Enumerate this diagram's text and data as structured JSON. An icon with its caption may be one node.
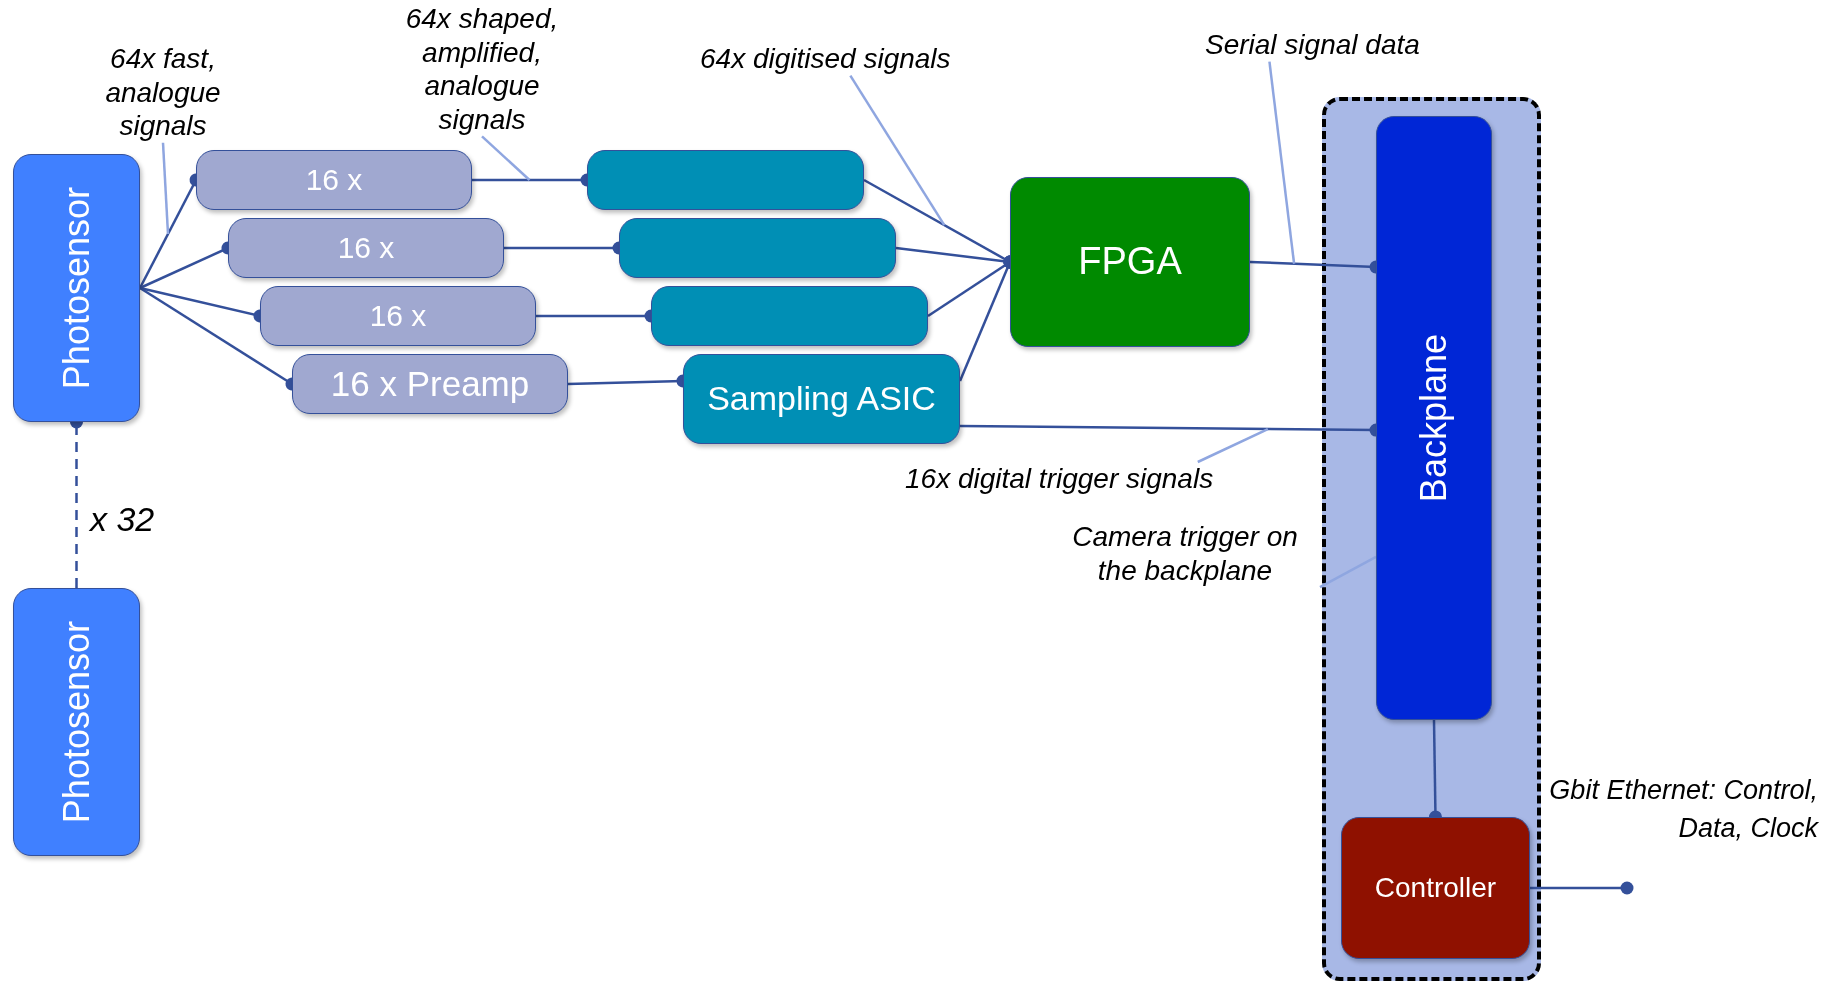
{
  "diagram": {
    "nodes": [
      {
        "text": [
          "Photosensor"
        ]
      },
      {
        "text": [
          "Photosensor"
        ]
      },
      {
        "text": [
          "16 x"
        ]
      },
      {
        "text": [
          "16 x"
        ]
      },
      {
        "text": [
          "16 x"
        ]
      },
      {
        "text": [
          "16 x Preamp"
        ]
      },
      {
        "text": [],
        "shape": "box"
      },
      {
        "text": [],
        "shape": "box"
      },
      {
        "text": [],
        "shape": "box"
      },
      {
        "text": [
          "Sampling ASIC"
        ]
      },
      {
        "text": [
          "FPGA"
        ]
      },
      {
        "text": [],
        "shape": "box"
      },
      {
        "text": [
          "Backplane"
        ],
        "in": 11
      },
      {
        "text": [
          "Controller"
        ],
        "in": 11
      },
      {
        "text": [
          "64x fast, analogue signals"
        ]
      },
      {
        "text": [
          "64x shaped, amplified, analogue signals"
        ]
      },
      {
        "text": [
          "64x digitised signals"
        ]
      },
      {
        "text": [
          "Serial signal data"
        ]
      },
      {
        "text": [
          "16x digital trigger signals"
        ]
      },
      {
        "text": [
          "Camera trigger on the backplane"
        ]
      }
    ],
    "edges": [
      {
        "from": 0,
        "to": 2,
        "arrow": "other"
      },
      {
        "from": 0,
        "to": 3,
        "arrow": "other"
      },
      {
        "from": 0,
        "to": 4,
        "arrow": "other"
      },
      {
        "from": 0,
        "to": 5,
        "arrow": "other"
      },
      {
        "from": 2,
        "to": 6,
        "arrow": "other"
      },
      {
        "from": 3,
        "to": 7,
        "arrow": "other"
      },
      {
        "from": 4,
        "to": 8,
        "arrow": "other"
      },
      {
        "from": 5,
        "to": 9,
        "arrow": "other"
      },
      {
        "from": 6,
        "to": 10,
        "arrow": "other"
      },
      {
        "from": 7,
        "to": 10,
        "arrow": "other"
      },
      {
        "from": 8,
        "to": 10,
        "arrow": "other"
      },
      {
        "from": 9,
        "to": 10,
        "arrow": "other"
      },
      {
        "from": 10,
        "to": 12,
        "arrow": "other"
      },
      {
        "from": 9,
        "to": 12,
        "arrow": "other"
      },
      {
        "from": 12,
        "to": 13,
        "arrow": "other"
      },
      {
        "from": 1,
        "to": 0,
        "arrow": "other",
        "label": "x 32",
        "style": "dashed"
      },
      {
        "from": 13,
        "to": null,
        "arrow": "other"
      },
      {
        "from": 14,
        "to": null,
        "arrow": "none",
        "color": "#8fa6e0"
      },
      {
        "from": 15,
        "to": null,
        "arrow": "none",
        "color": "#8fa6e0"
      },
      {
        "from": 16,
        "to": null,
        "arrow": "none",
        "color": "#8fa6e0"
      },
      {
        "from": 17,
        "to": null,
        "arrow": "none",
        "color": "#8fa6e0"
      },
      {
        "from": 18,
        "to": null,
        "arrow": "none",
        "color": "#8fa6e0"
      },
      {
        "from": 19,
        "to": 12,
        "arrow": "none",
        "color": "#8fa6e0"
      }
    ],
    "labels": [
      "Gbit Ethernet: Control, Data, Clock"
    ]
  }
}
